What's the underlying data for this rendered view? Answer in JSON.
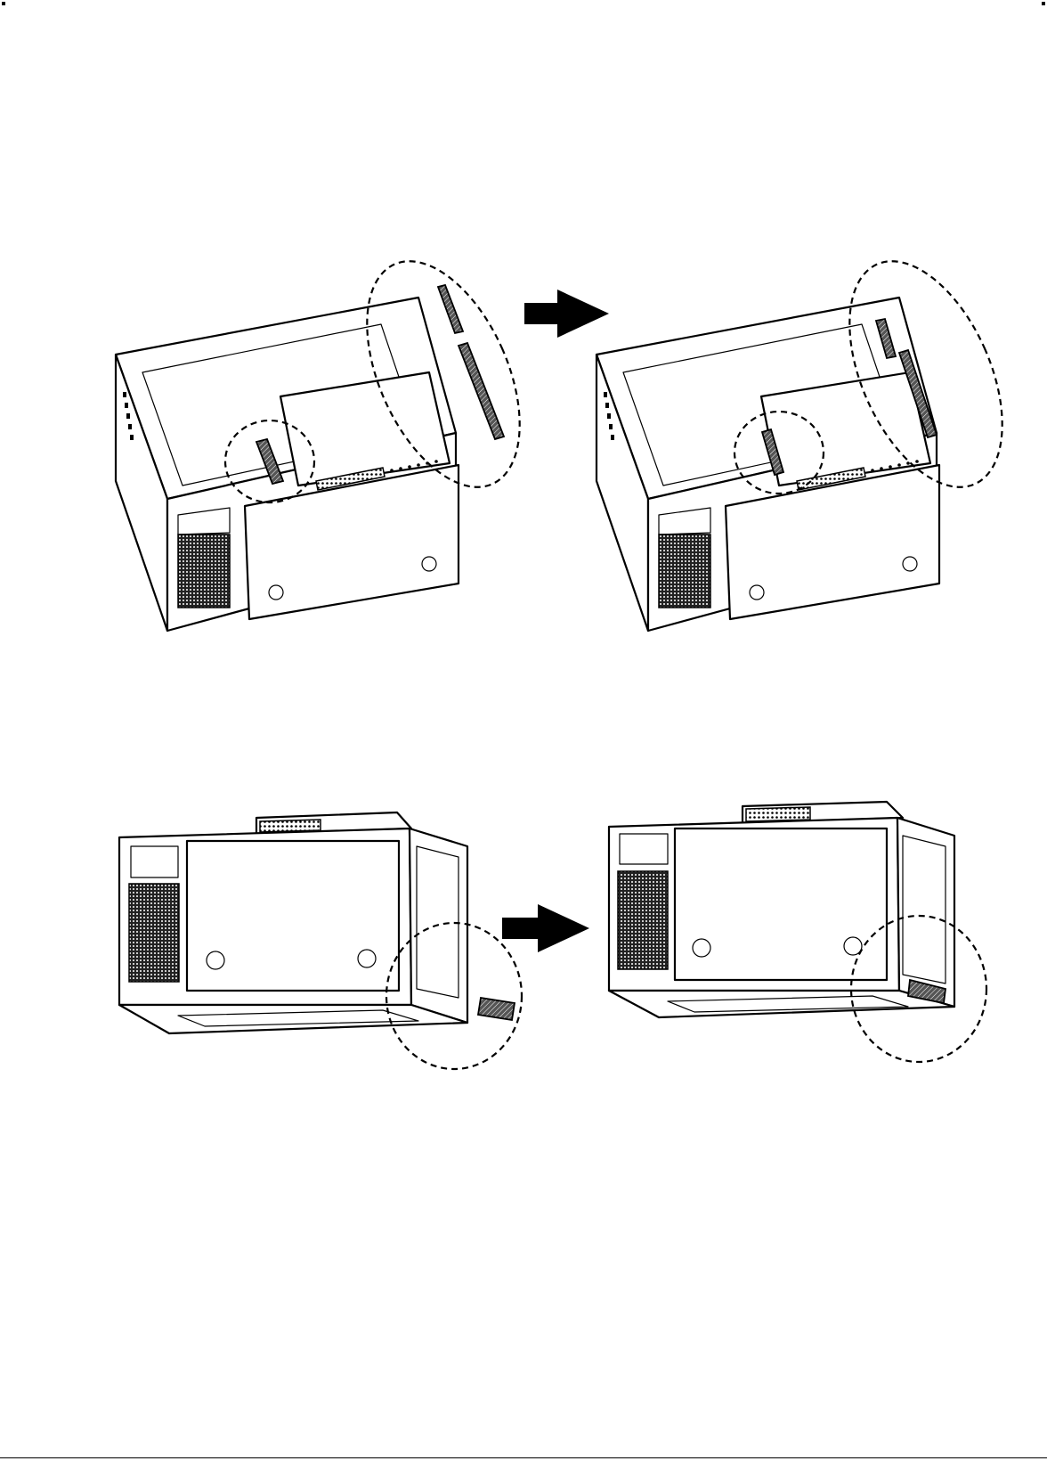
{
  "page": {
    "background": "#ffffff",
    "ink": "#000000"
  },
  "figures": [
    {
      "id": "top-view",
      "panels": [
        "before",
        "after"
      ],
      "arrow_icon": "right-arrow-icon",
      "callouts": [
        "large-dashed-oval",
        "small-dashed-circle"
      ]
    },
    {
      "id": "bottom-view",
      "panels": [
        "before",
        "after"
      ],
      "arrow_icon": "right-arrow-icon",
      "callouts": [
        "dashed-circle"
      ]
    }
  ]
}
